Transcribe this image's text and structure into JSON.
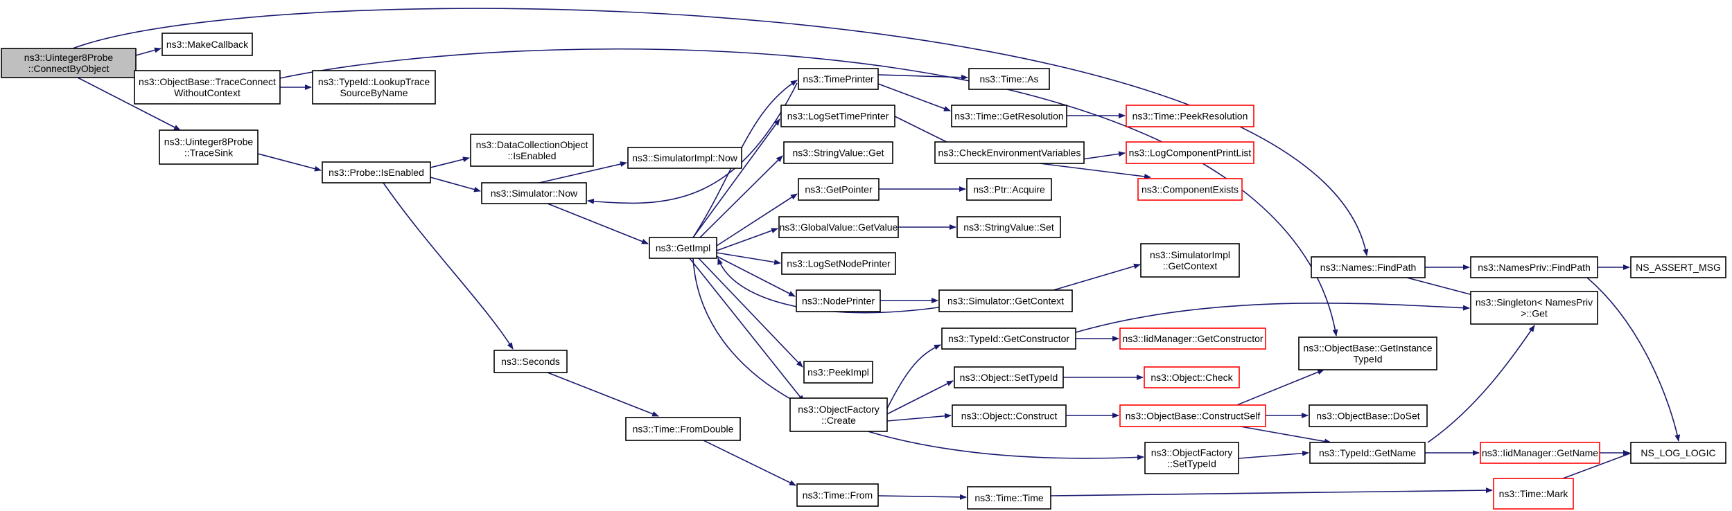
{
  "colors": {
    "edge": "#191970",
    "red_border": "#ff0000",
    "root_fill": "#bfbfbf",
    "node_border": "#000000"
  },
  "nodes": [
    {
      "id": "root",
      "lines": [
        "ns3::Uinteger8Probe",
        "::ConnectByObject"
      ],
      "style": "root"
    },
    {
      "id": "makecb",
      "lines": [
        "ns3::MakeCallback"
      ]
    },
    {
      "id": "tracewo",
      "lines": [
        "ns3::ObjectBase::TraceConnect",
        "WithoutContext"
      ]
    },
    {
      "id": "tracesink",
      "lines": [
        "ns3::Uinteger8Probe",
        "::TraceSink"
      ]
    },
    {
      "id": "lookup",
      "lines": [
        "ns3::TypeId::LookupTrace",
        "SourceByName"
      ]
    },
    {
      "id": "isenabled",
      "lines": [
        "ns3::Probe::IsEnabled"
      ]
    },
    {
      "id": "dcoenabled",
      "lines": [
        "ns3::DataCollectionObject",
        "::IsEnabled"
      ]
    },
    {
      "id": "simnow",
      "lines": [
        "ns3::Simulator::Now"
      ]
    },
    {
      "id": "simimplnow",
      "lines": [
        "ns3::SimulatorImpl::Now"
      ]
    },
    {
      "id": "seconds",
      "lines": [
        "ns3::Seconds"
      ]
    },
    {
      "id": "fromdouble",
      "lines": [
        "ns3::Time::FromDouble"
      ]
    },
    {
      "id": "timefrom",
      "lines": [
        "ns3::Time::From"
      ]
    },
    {
      "id": "timetime",
      "lines": [
        "ns3::Time::Time"
      ]
    },
    {
      "id": "timemark",
      "lines": [
        "ns3::Time::Mark"
      ],
      "style": "red"
    },
    {
      "id": "getimpl",
      "lines": [
        "ns3::GetImpl"
      ]
    },
    {
      "id": "timeprinter",
      "lines": [
        "ns3::TimePrinter"
      ]
    },
    {
      "id": "logsettp",
      "lines": [
        "ns3::LogSetTimePrinter"
      ]
    },
    {
      "id": "stringget",
      "lines": [
        "ns3::StringValue::Get"
      ]
    },
    {
      "id": "getpointer",
      "lines": [
        "ns3::GetPointer"
      ]
    },
    {
      "id": "gvget",
      "lines": [
        "ns3::GlobalValue::GetValue"
      ]
    },
    {
      "id": "logsetnp",
      "lines": [
        "ns3::LogSetNodePrinter"
      ]
    },
    {
      "id": "nodeprinter",
      "lines": [
        "ns3::NodePrinter"
      ]
    },
    {
      "id": "peekimpl",
      "lines": [
        "ns3::PeekImpl"
      ]
    },
    {
      "id": "ofcreate",
      "lines": [
        "ns3::ObjectFactory",
        "::Create"
      ]
    },
    {
      "id": "timeas",
      "lines": [
        "ns3::Time::As"
      ]
    },
    {
      "id": "getres",
      "lines": [
        "ns3::Time::GetResolution"
      ]
    },
    {
      "id": "peekres",
      "lines": [
        "ns3::Time::PeekResolution"
      ],
      "style": "red"
    },
    {
      "id": "checkenv",
      "lines": [
        "ns3::CheckEnvironmentVariables"
      ]
    },
    {
      "id": "lcpl",
      "lines": [
        "ns3::LogComponentPrintList"
      ],
      "style": "red"
    },
    {
      "id": "compexists",
      "lines": [
        "ns3::ComponentExists"
      ],
      "style": "red"
    },
    {
      "id": "ptracquire",
      "lines": [
        "ns3::Ptr::Acquire"
      ]
    },
    {
      "id": "stringset",
      "lines": [
        "ns3::StringValue::Set"
      ]
    },
    {
      "id": "simgetctx",
      "lines": [
        "ns3::Simulator::GetContext"
      ]
    },
    {
      "id": "simimplctx",
      "lines": [
        "ns3::SimulatorImpl",
        "::GetContext"
      ]
    },
    {
      "id": "tidgetctor",
      "lines": [
        "ns3::TypeId::GetConstructor"
      ]
    },
    {
      "id": "iidgetctor",
      "lines": [
        "ns3::IidManager::GetConstructor"
      ],
      "style": "red"
    },
    {
      "id": "objsettid",
      "lines": [
        "ns3::Object::SetTypeId"
      ]
    },
    {
      "id": "objcheck",
      "lines": [
        "ns3::Object::Check"
      ],
      "style": "red"
    },
    {
      "id": "objconstruct",
      "lines": [
        "ns3::Object::Construct"
      ]
    },
    {
      "id": "obconstructself",
      "lines": [
        "ns3::ObjectBase::ConstructSelf"
      ],
      "style": "red"
    },
    {
      "id": "ofsettid",
      "lines": [
        "ns3::ObjectFactory",
        "::SetTypeId"
      ]
    },
    {
      "id": "namesfp",
      "lines": [
        "ns3::Names::FindPath"
      ]
    },
    {
      "id": "obgetinst",
      "lines": [
        "ns3::ObjectBase::GetInstance",
        "TypeId"
      ]
    },
    {
      "id": "obdoset",
      "lines": [
        "ns3::ObjectBase::DoSet"
      ]
    },
    {
      "id": "tidgetname",
      "lines": [
        "ns3::TypeId::GetName"
      ]
    },
    {
      "id": "npfp",
      "lines": [
        "ns3::NamesPriv::FindPath"
      ]
    },
    {
      "id": "singleton",
      "lines": [
        "ns3::Singleton< NamesPriv",
        " >::Get"
      ]
    },
    {
      "id": "assertmsg",
      "lines": [
        "NS_ASSERT_MSG"
      ]
    },
    {
      "id": "iidgetname",
      "lines": [
        "ns3::IidManager::GetName"
      ],
      "style": "red"
    },
    {
      "id": "nslogic",
      "lines": [
        "NS_LOG_LOGIC"
      ]
    }
  ]
}
